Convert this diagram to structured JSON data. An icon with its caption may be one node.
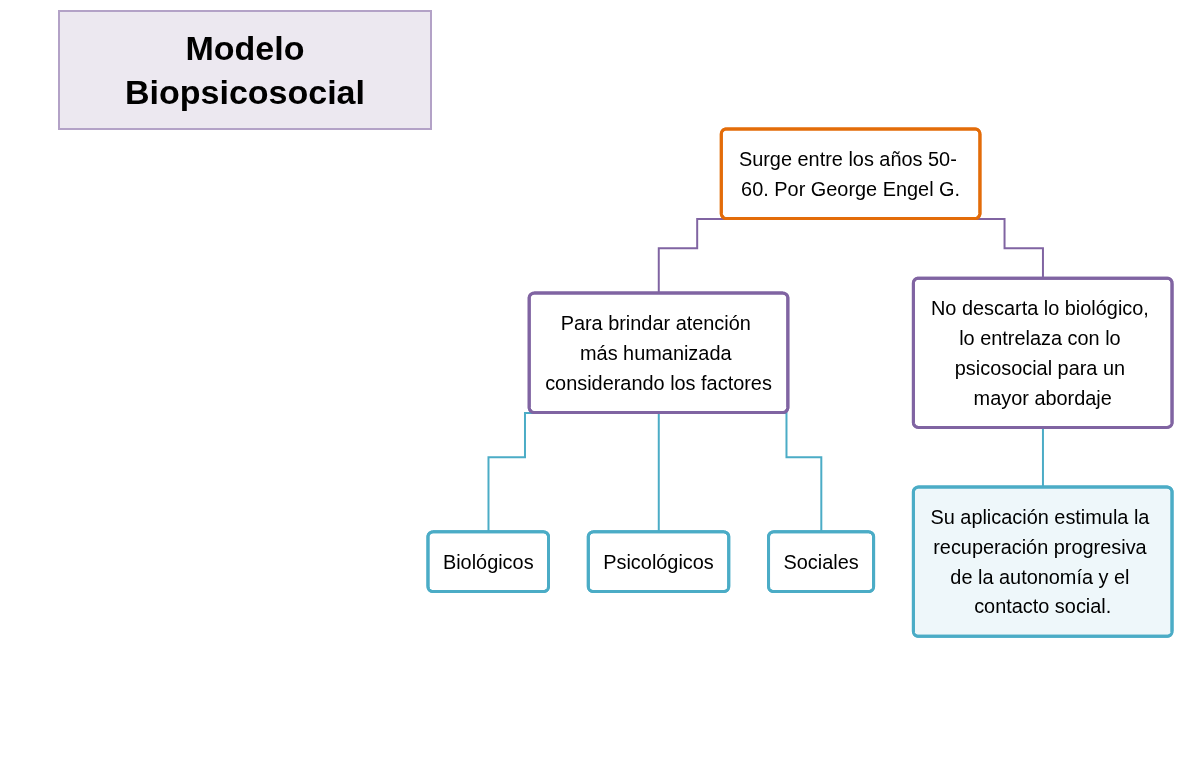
{
  "diagram": {
    "title": "Modelo Biopsicosocial",
    "nodes": [
      {
        "text": [
          "Surge entre los años 50- 60. Por George Engel G."
        ]
      },
      {
        "text": [
          "Para brindar atención más humanizada considerando los factores"
        ]
      },
      {
        "text": [
          "No descarta lo biológico, lo entrelaza con lo psicosocial para un mayor abordaje"
        ]
      },
      {
        "text": [
          "Biológicos"
        ]
      },
      {
        "text": [
          "Psicológicos"
        ]
      },
      {
        "text": [
          "Sociales"
        ]
      },
      {
        "text": [
          "Su aplicación estimula la recuperación progresiva de la autonomía y el contacto social."
        ]
      }
    ],
    "edges": [
      {
        "from": 0,
        "to": 1,
        "arrow": "none",
        "color": "#8064a2"
      },
      {
        "from": 0,
        "to": 2,
        "arrow": "none",
        "color": "#8064a2"
      },
      {
        "from": 1,
        "to": 3,
        "arrow": "none"
      },
      {
        "from": 1,
        "to": 4,
        "arrow": "none"
      },
      {
        "from": 1,
        "to": 5,
        "arrow": "none"
      },
      {
        "from": 2,
        "to": 6,
        "arrow": "none"
      }
    ]
  }
}
